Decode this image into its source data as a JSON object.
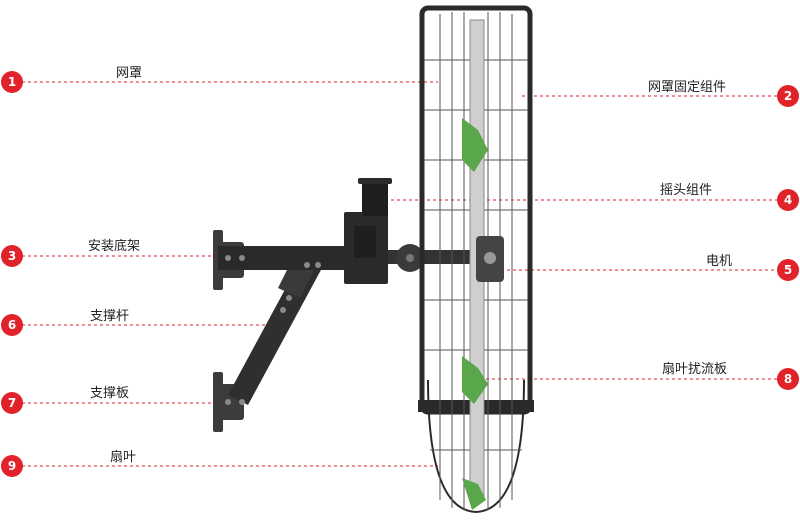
{
  "accent_color": "#e0222a",
  "callouts": [
    {
      "num": "1",
      "label": "网罩"
    },
    {
      "num": "2",
      "label": "网罩固定组件"
    },
    {
      "num": "3",
      "label": "安装底架"
    },
    {
      "num": "4",
      "label": "摇头组件"
    },
    {
      "num": "5",
      "label": "电机"
    },
    {
      "num": "6",
      "label": "支撑杆"
    },
    {
      "num": "7",
      "label": "支撑板"
    },
    {
      "num": "8",
      "label": "扇叶扰流板"
    },
    {
      "num": "9",
      "label": "扇叶"
    }
  ]
}
